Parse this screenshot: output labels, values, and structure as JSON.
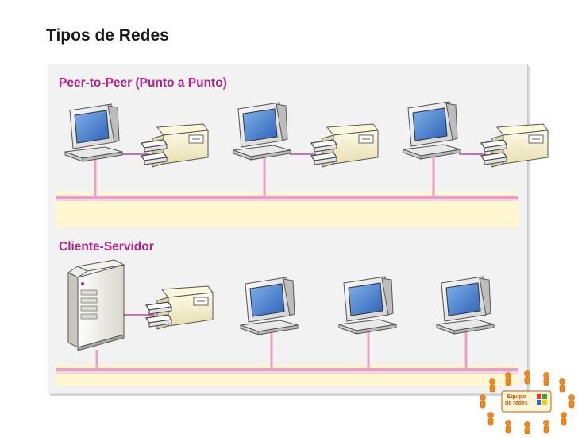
{
  "slide": {
    "title": "Tipos de Redes"
  },
  "sections": {
    "peer_to_peer": {
      "label": "Peer-to-Peer (Punto a Punto)"
    },
    "client_server": {
      "label": "Cliente-Servidor"
    }
  },
  "logo": {
    "line1": "Equipo",
    "line2": "de redes"
  },
  "colors": {
    "accent": "#b3248a",
    "bus_pink": "#e8a1c4",
    "bus_light": "#f5d3e6",
    "band_yellow": "#fff7d0",
    "monitor_screen": "#5b8fd6",
    "device_body": "#f3efd0"
  }
}
